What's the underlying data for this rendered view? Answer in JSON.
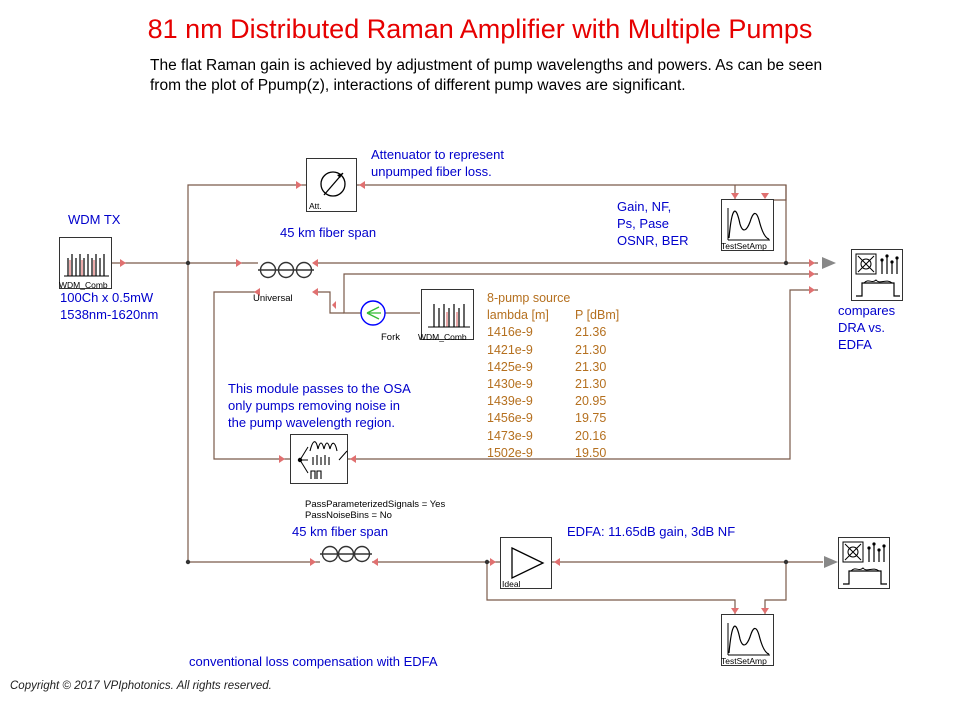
{
  "title": "81 nm Distributed Raman Amplifier with Multiple Pumps",
  "subtitle": "The flat Raman gain is achieved by adjustment of pump wavelengths and powers. As can be seen from the plot of Ppump(z),  interactions of different pump waves are significant.",
  "annotations": {
    "wdm_tx": "WDM TX",
    "tx_spec_1": "100Ch x 0.5mW",
    "tx_spec_2": "1538nm-1620nm",
    "attenuator_1": "Attenuator to represent",
    "attenuator_2": "unpumped fiber loss.",
    "span_top": "45 km fiber span",
    "span_bottom": "45 km  fiber span",
    "meas_1": "Gain, NF,",
    "meas_2": "Ps, Pase",
    "meas_3": "OSNR, BER",
    "compares_1": "compares",
    "compares_2": "DRA vs.",
    "compares_3": "EDFA",
    "module_1": "This module passes to the OSA",
    "module_2": "only pumps removing noise in",
    "module_3": "the pump wavelength region.",
    "edfa": "EDFA: 11.65dB gain, 3dB NF",
    "conventional": "conventional loss compensation with EDFA",
    "param_1": "PassParameterizedSignals = Yes",
    "param_2": "PassNoiseBins = No"
  },
  "pump_source": {
    "title": "8-pump source",
    "headers": [
      "lambda [m]",
      "P [dBm]"
    ],
    "rows": [
      [
        "1416e-9",
        "21.36"
      ],
      [
        "1421e-9",
        "21.30"
      ],
      [
        "1425e-9",
        "21.30"
      ],
      [
        "1430e-9",
        "21.30"
      ],
      [
        "1439e-9",
        "20.95"
      ],
      [
        "1456e-9",
        "19.75"
      ],
      [
        "1473e-9",
        "20.16"
      ],
      [
        "1502e-9",
        "19.50"
      ]
    ]
  },
  "modules": {
    "wdm_comb_tx": "WDM_Comb",
    "wdm_comb_pump": "WDM_Comb",
    "att": "Att.",
    "universal": "Universal",
    "fork": "Fork",
    "test_top": "TestSetAmp",
    "test_bottom": "TestSetAmp",
    "ideal": "Ideal"
  },
  "copyright": "Copyright © 2017 VPIphotonics. All rights reserved.",
  "colors": {
    "title": "#e60000",
    "annotation": "#0000cc",
    "pump_text": "#b5701f",
    "wire": "#7a5a4a",
    "port": "#e07070",
    "fork": "#0000ff"
  }
}
